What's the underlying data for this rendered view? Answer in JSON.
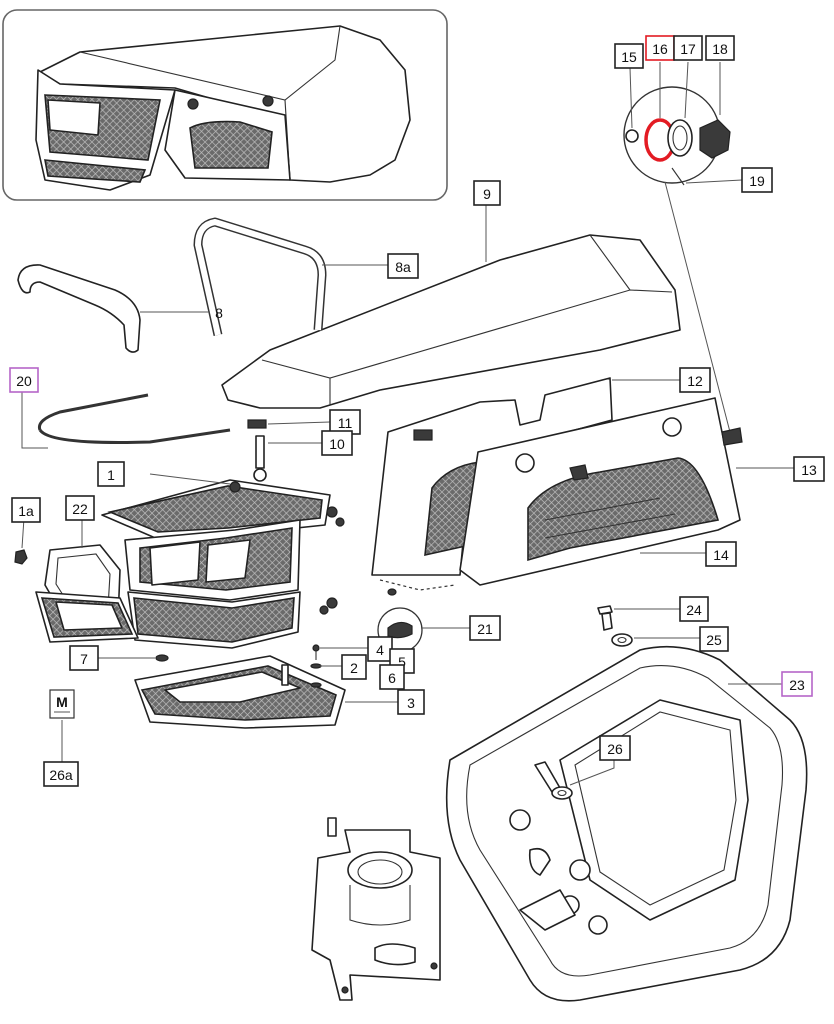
{
  "diagram": {
    "colors": {
      "callout_default": "#222222",
      "callout_highlight_red": "#e31b23",
      "callout_highlight_purple": "#b565c8",
      "ring_highlight": "#e31b23"
    },
    "callouts": [
      {
        "id": "c-15",
        "label": "15",
        "style": "plain"
      },
      {
        "id": "c-16",
        "label": "16",
        "style": "red"
      },
      {
        "id": "c-17",
        "label": "17",
        "style": "plain"
      },
      {
        "id": "c-18",
        "label": "18",
        "style": "plain"
      },
      {
        "id": "c-19",
        "label": "19",
        "style": "plain"
      },
      {
        "id": "c-9",
        "label": "9",
        "style": "plain"
      },
      {
        "id": "c-8a",
        "label": "8a",
        "style": "plain"
      },
      {
        "id": "c-8",
        "label": "8",
        "style": "none"
      },
      {
        "id": "c-20",
        "label": "20",
        "style": "purple"
      },
      {
        "id": "c-12",
        "label": "12",
        "style": "plain"
      },
      {
        "id": "c-11",
        "label": "11",
        "style": "plain"
      },
      {
        "id": "c-10",
        "label": "10",
        "style": "plain"
      },
      {
        "id": "c-13",
        "label": "13",
        "style": "plain"
      },
      {
        "id": "c-1",
        "label": "1",
        "style": "plain"
      },
      {
        "id": "c-1a",
        "label": "1a",
        "style": "plain"
      },
      {
        "id": "c-22",
        "label": "22",
        "style": "plain"
      },
      {
        "id": "c-14",
        "label": "14",
        "style": "plain"
      },
      {
        "id": "c-24",
        "label": "24",
        "style": "plain"
      },
      {
        "id": "c-21",
        "label": "21",
        "style": "plain"
      },
      {
        "id": "c-25",
        "label": "25",
        "style": "plain"
      },
      {
        "id": "c-4",
        "label": "4",
        "style": "plain"
      },
      {
        "id": "c-5",
        "label": "5",
        "style": "plain"
      },
      {
        "id": "c-2",
        "label": "2",
        "style": "plain"
      },
      {
        "id": "c-6",
        "label": "6",
        "style": "plain"
      },
      {
        "id": "c-7",
        "label": "7",
        "style": "plain"
      },
      {
        "id": "c-3",
        "label": "3",
        "style": "plain"
      },
      {
        "id": "c-23",
        "label": "23",
        "style": "purple"
      },
      {
        "id": "c-26",
        "label": "26",
        "style": "plain"
      },
      {
        "id": "c-26a",
        "label": "26a",
        "style": "plain"
      }
    ],
    "decal_letter": "M"
  }
}
